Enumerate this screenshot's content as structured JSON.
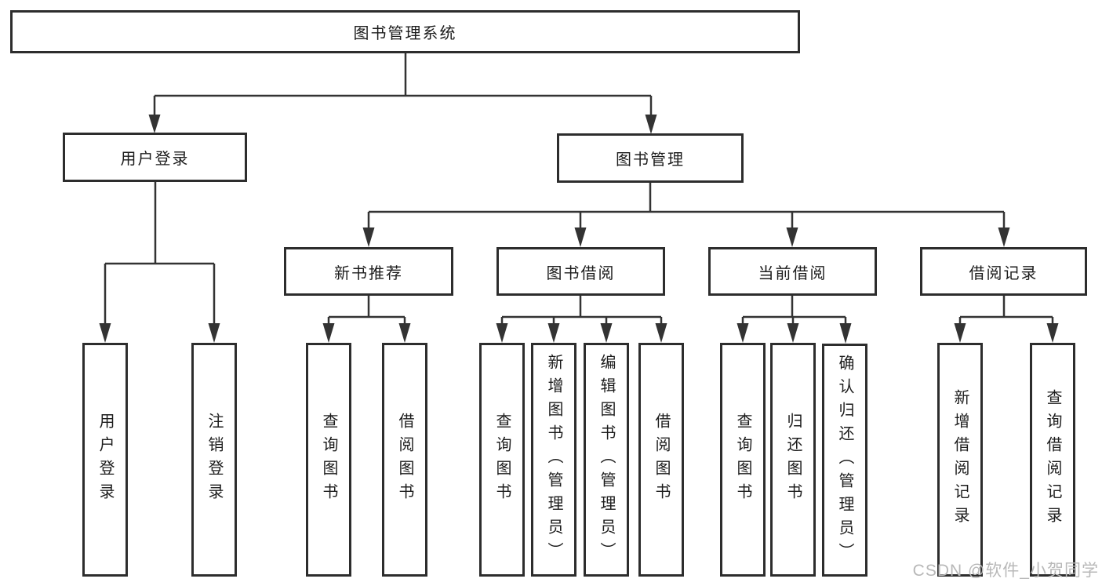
{
  "diagram_type": "hierarchy-tree",
  "tree": {
    "label": "图书管理系统",
    "children": [
      {
        "label": "用户登录",
        "children": [
          {
            "label": "用户登录"
          },
          {
            "label": "注销登录"
          }
        ]
      },
      {
        "label": "图书管理",
        "children": [
          {
            "label": "新书推荐",
            "children": [
              {
                "label": "查询图书"
              },
              {
                "label": "借阅图书"
              }
            ]
          },
          {
            "label": "图书借阅",
            "children": [
              {
                "label": "查询图书"
              },
              {
                "label": "新增图书（管理员）"
              },
              {
                "label": "编辑图书（管理员）"
              },
              {
                "label": "借阅图书"
              }
            ]
          },
          {
            "label": "当前借阅",
            "children": [
              {
                "label": "查询图书"
              },
              {
                "label": "归还图书"
              },
              {
                "label": "确认归还（管理员）"
              }
            ]
          },
          {
            "label": "借阅记录",
            "children": [
              {
                "label": "新增借阅记录"
              },
              {
                "label": "查询借阅记录"
              }
            ]
          }
        ]
      }
    ]
  },
  "watermark": {
    "text": "CSDN @软件_小贺同学"
  },
  "colors": {
    "line": "#333333",
    "box_border": "#2d2d2d",
    "text": "#1c1c1c",
    "watermark": "#b8b8b8",
    "background": "#ffffff"
  }
}
